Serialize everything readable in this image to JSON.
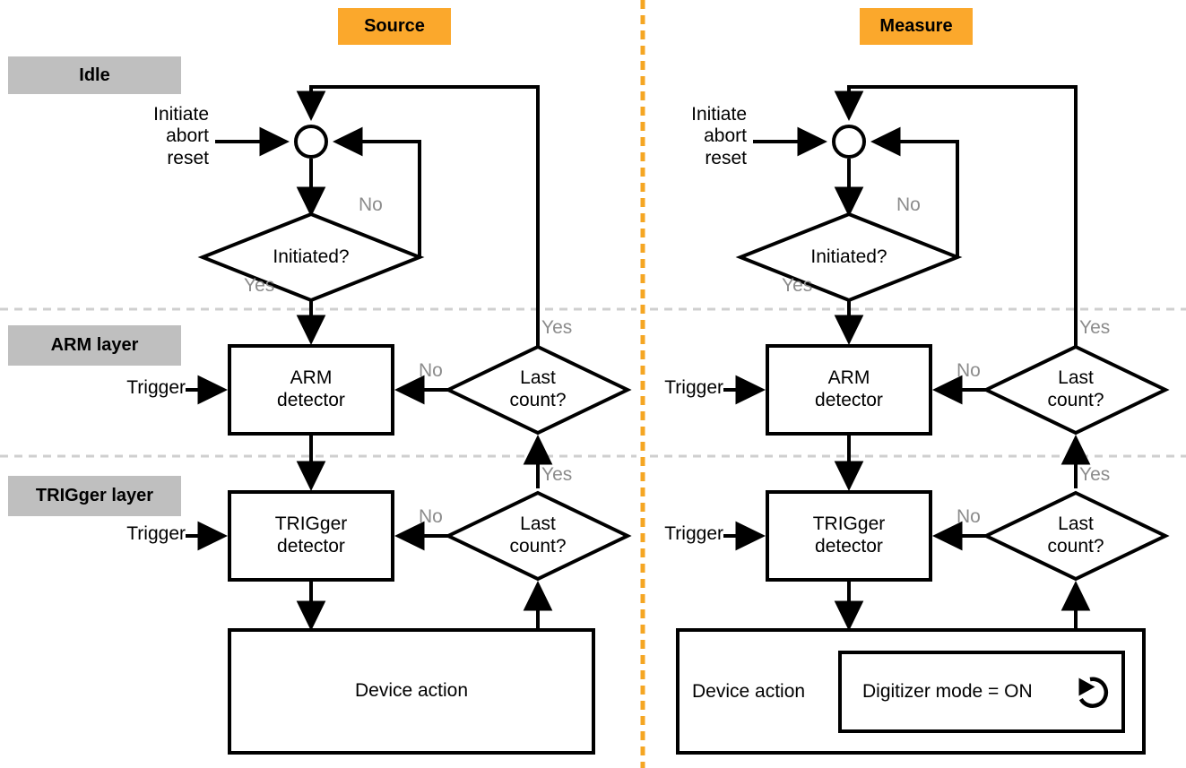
{
  "diagram": {
    "title_headers": [
      {
        "name": "source",
        "label": "Source",
        "color": "#FBA82C"
      },
      {
        "name": "measure",
        "label": "Measure",
        "color": "#FBA82C"
      }
    ],
    "layer_labels": [
      {
        "name": "idle",
        "label": "Idle",
        "color": "#BFBFBF"
      },
      {
        "name": "arm-layer",
        "label": "ARM layer",
        "color": "#BFBFBF"
      },
      {
        "name": "trigger-layer",
        "label": "TRIGger layer",
        "color": "#BFBFBF"
      }
    ],
    "panels": {
      "source": {
        "entry_label": "Initiate\nabort\nreset",
        "initiated_diamond": "Initiated?",
        "initiated_yes": "Yes",
        "initiated_no": "No",
        "arm_box_line1": "ARM",
        "arm_box_line2": "detector",
        "arm_trigger_label": "Trigger",
        "arm_lastcount_line1": "Last",
        "arm_lastcount_line2": "count?",
        "arm_lastcount_yes": "Yes",
        "arm_lastcount_no": "No",
        "trig_box_line1": "TRIGger",
        "trig_box_line2": "detector",
        "trig_trigger_label": "Trigger",
        "trig_lastcount_line1": "Last",
        "trig_lastcount_line2": "count?",
        "trig_lastcount_yes": "Yes",
        "trig_lastcount_no": "No",
        "device_action": "Device action"
      },
      "measure": {
        "entry_label": "Initiate\nabort\nreset",
        "initiated_diamond": "Initiated?",
        "initiated_yes": "Yes",
        "initiated_no": "No",
        "arm_box_line1": "ARM",
        "arm_box_line2": "detector",
        "arm_trigger_label": "Trigger",
        "arm_lastcount_line1": "Last",
        "arm_lastcount_line2": "count?",
        "arm_lastcount_yes": "Yes",
        "arm_lastcount_no": "No",
        "trig_box_line1": "TRIGger",
        "trig_box_line2": "detector",
        "trig_trigger_label": "Trigger",
        "trig_lastcount_line1": "Last",
        "trig_lastcount_line2": "count?",
        "trig_lastcount_yes": "Yes",
        "trig_lastcount_no": "No",
        "device_action": "Device action",
        "digitizer_mode": "Digitizer mode = ON",
        "digitizer_icon": "loop-arrow-icon"
      }
    },
    "separators": {
      "vertical_divider_color": "#F5A623",
      "horizontal_divider_color": "#CFCFCF"
    }
  }
}
